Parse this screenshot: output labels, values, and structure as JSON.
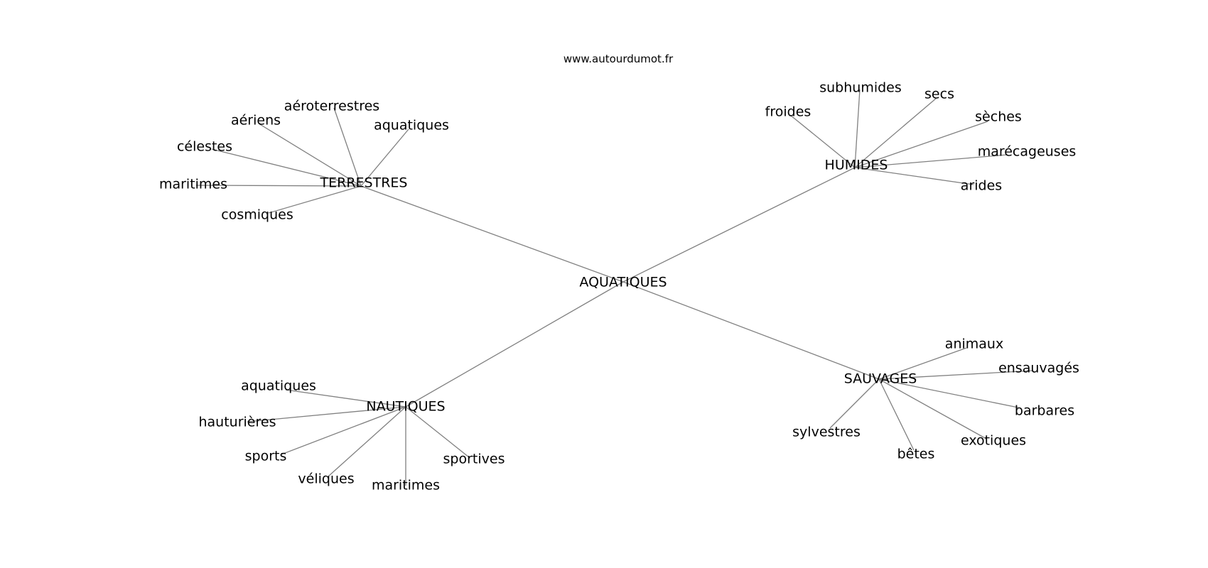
{
  "source": "www.autourdumot.fr",
  "graph": {
    "center": "AQUATIQUES",
    "groups": [
      {
        "hub": "TERRESTRES",
        "leaves": [
          "aéroterrestres",
          "aériens",
          "aquatiques",
          "célestes",
          "maritimes",
          "cosmiques"
        ]
      },
      {
        "hub": "HUMIDES",
        "leaves": [
          "subhumides",
          "secs",
          "froides",
          "sèches",
          "marécageuses",
          "arides"
        ]
      },
      {
        "hub": "NAUTIQUES",
        "leaves": [
          "aquatiques",
          "hauturières",
          "sports",
          "véliques",
          "maritimes",
          "sportives"
        ]
      },
      {
        "hub": "SAUVAGES",
        "leaves": [
          "animaux",
          "ensauvagés",
          "barbares",
          "sylvestres",
          "bêtes",
          "exotiques"
        ]
      }
    ]
  }
}
